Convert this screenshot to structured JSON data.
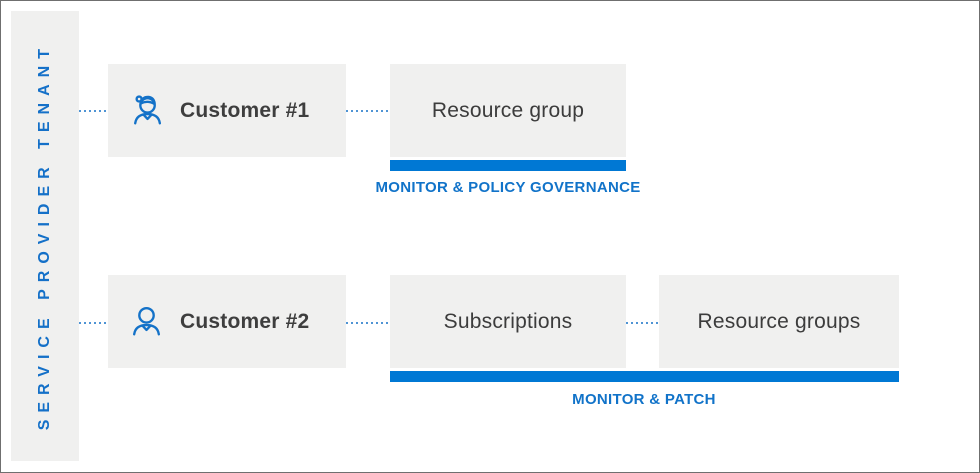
{
  "window": {
    "border_color": "#6f6f6f",
    "background": "#ffffff"
  },
  "colors": {
    "accent_bar_blue": "#0078d4",
    "label_text_blue": "#1173c9",
    "sidebar_text_blue": "#1470c8",
    "connector_dot_blue": "#4f94d4",
    "box_background_gray": "#f0f0ef",
    "box_text_dark": "#3c3c3c"
  },
  "sidebar": {
    "label": "SERVICE PROVIDER TENANT"
  },
  "rows": [
    {
      "customer": {
        "label": "Customer #1",
        "icon": "person-with-cap-icon"
      },
      "boxes": [
        {
          "label": "Resource group"
        }
      ],
      "banner": {
        "label": "MONITOR & POLICY GOVERNANCE"
      }
    },
    {
      "customer": {
        "label": "Customer #2",
        "icon": "person-icon"
      },
      "boxes": [
        {
          "label": "Subscriptions"
        },
        {
          "label": "Resource groups"
        }
      ],
      "banner": {
        "label": "MONITOR & PATCH"
      }
    }
  ]
}
